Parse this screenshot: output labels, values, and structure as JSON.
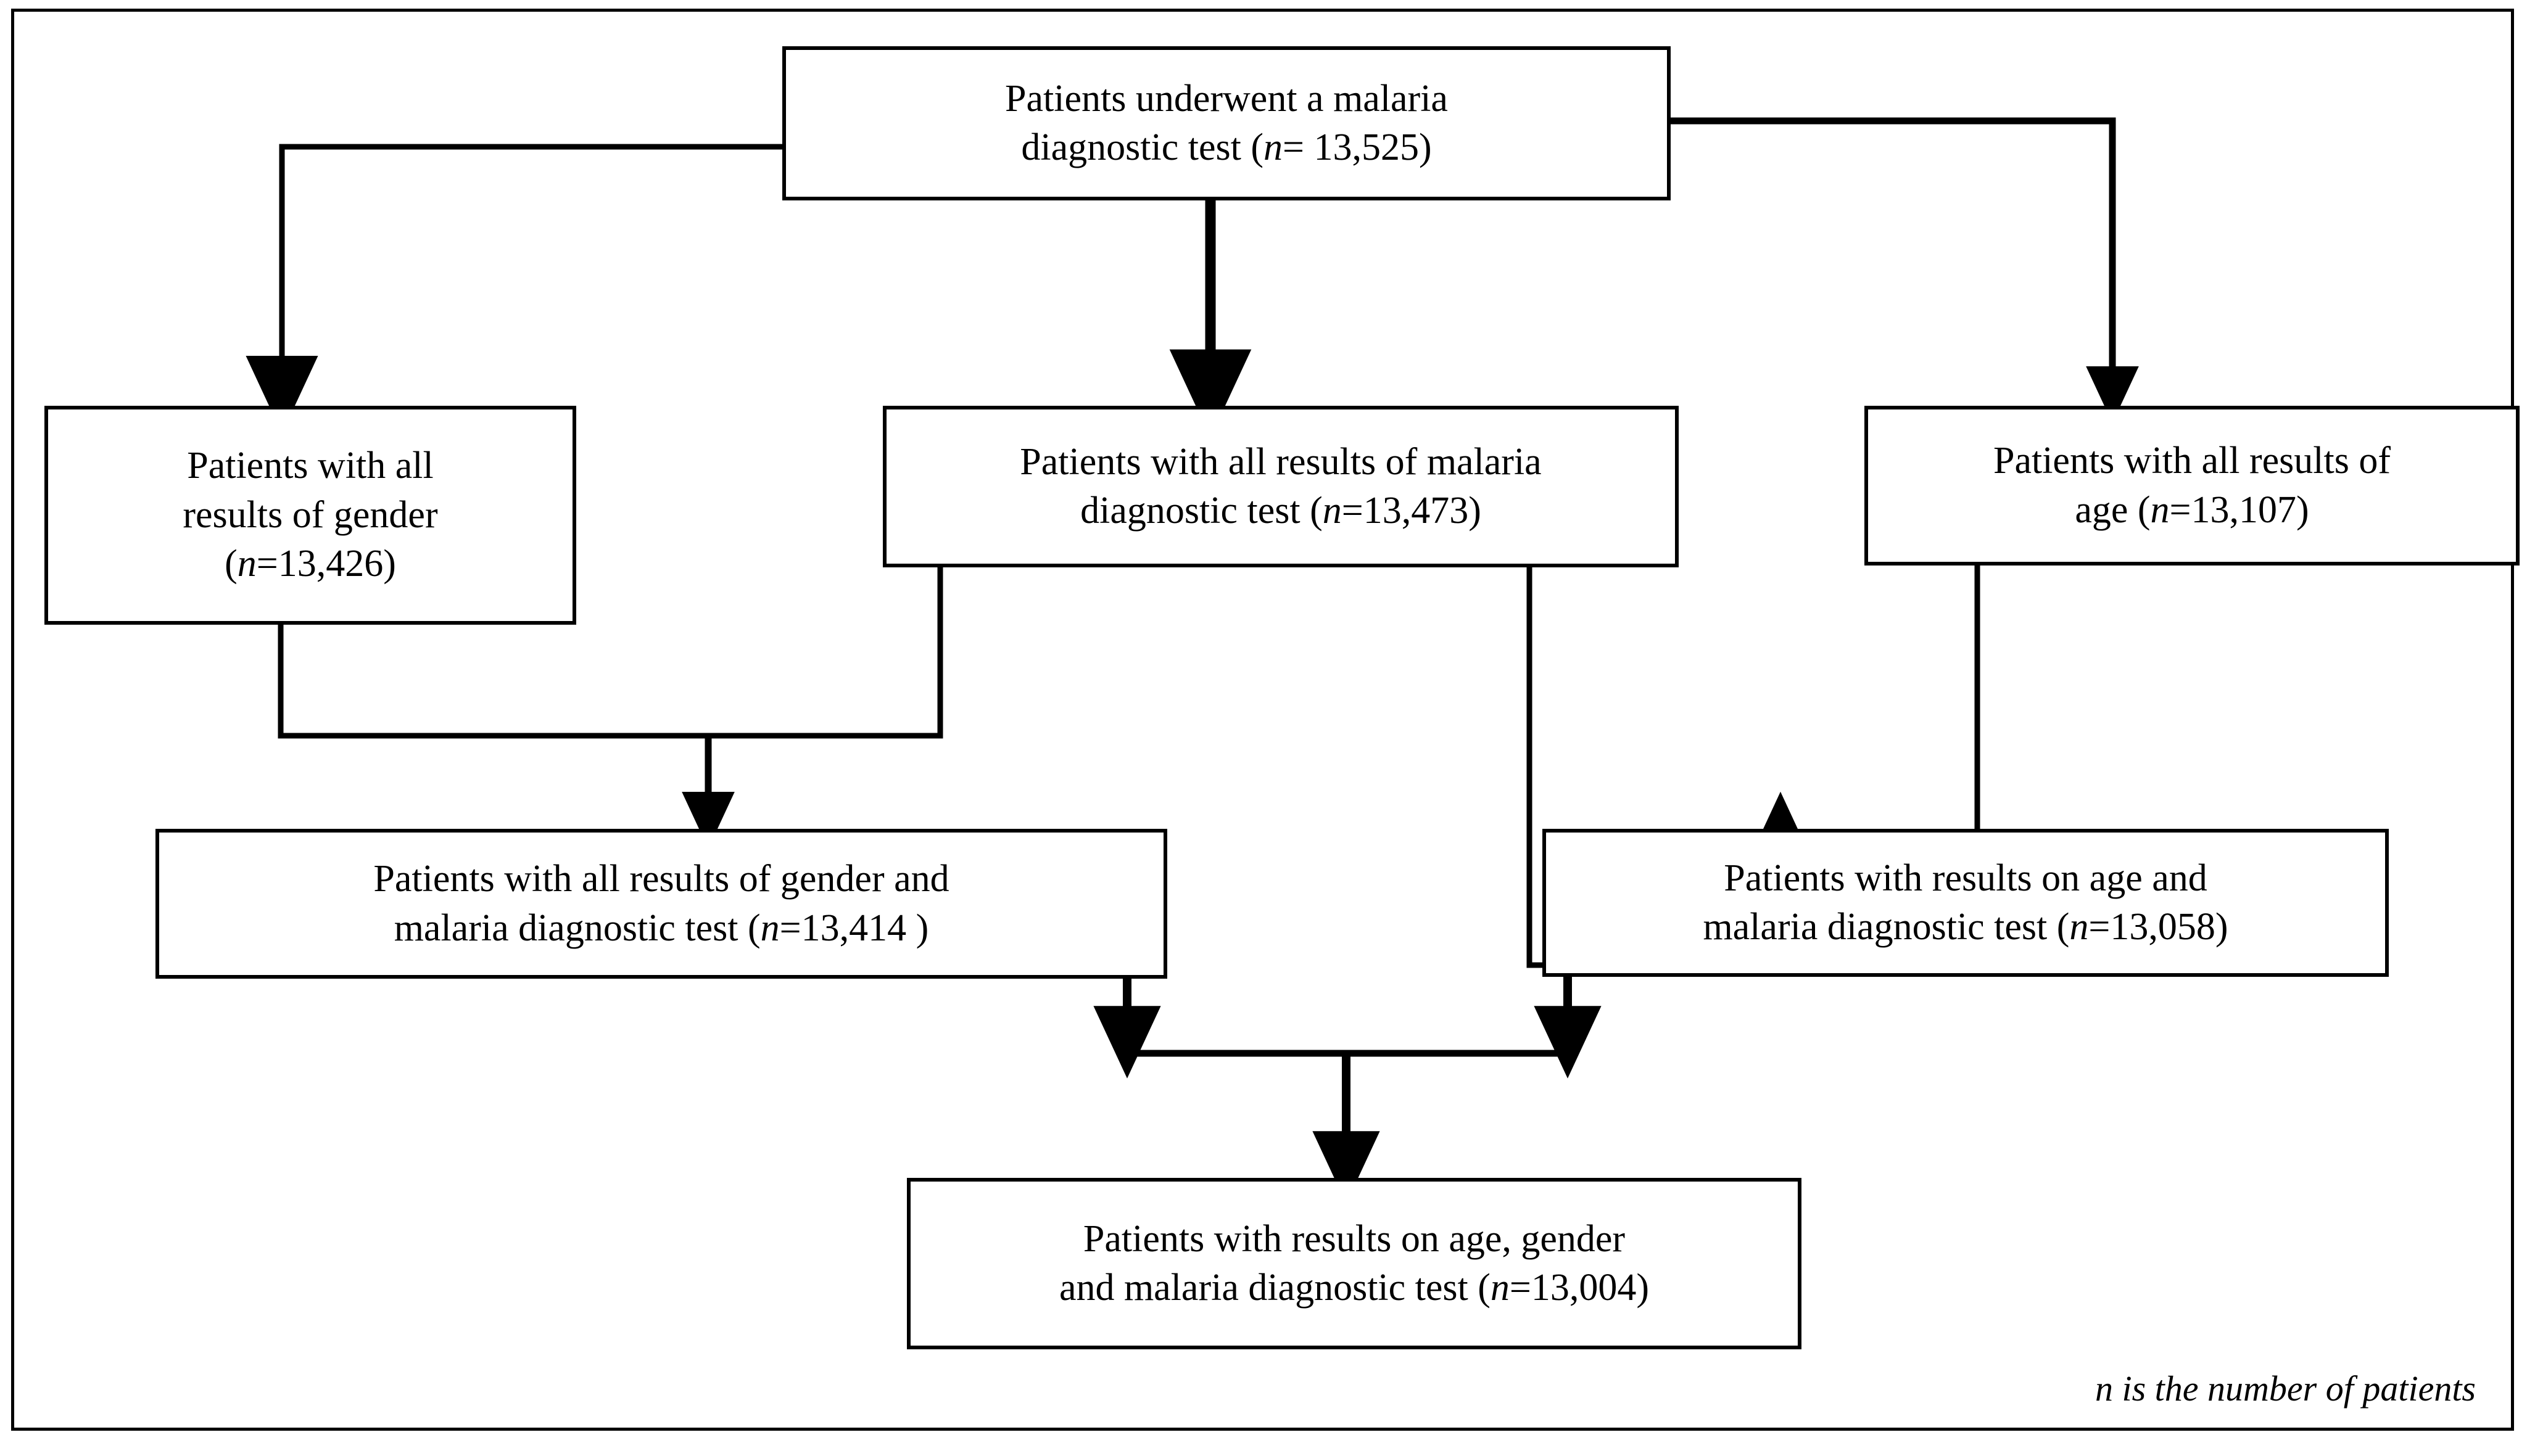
{
  "figure": {
    "type": "flowchart",
    "orientation": "top-down",
    "footnote": "n is the number of patients",
    "frame_color": "#000000",
    "box_fill": "#ffffff",
    "line_color": "#000000"
  },
  "nodes": {
    "source": {
      "id": "source",
      "label": "Patients underwent a malaria\ndiagnostic test (n= 13,525)",
      "text_plain": "Patients underwent a malaria diagnostic test (n= 13,525)",
      "n": 13525,
      "n_display": "13,525",
      "level": 1
    },
    "gender": {
      "id": "gender",
      "label": "Patients with all\nresults of gender\n(n=13,426)",
      "text_plain": "Patients with all results of gender (n=13,426)",
      "n": 13426,
      "n_display": "13,426",
      "level": 2
    },
    "malaria": {
      "id": "malaria",
      "label": "Patients with all results of malaria\ndiagnostic test (n=13,473)",
      "text_plain": "Patients with all results of malaria diagnostic test (n=13,473)",
      "n": 13473,
      "n_display": "13,473",
      "level": 2
    },
    "age": {
      "id": "age",
      "label": "Patients with all results of\nage (n=13,107)",
      "text_plain": "Patients with all results of age (n=13,107)",
      "n": 13107,
      "n_display": "13,107",
      "level": 2
    },
    "gender_malaria": {
      "id": "gender_malaria",
      "label": "Patients with all results of gender and\nmalaria diagnostic test (n=13,414 )",
      "text_plain": "Patients with all results of gender and malaria diagnostic test (n=13,414 )",
      "n": 13414,
      "n_display": "13,414",
      "level": 3
    },
    "age_malaria": {
      "id": "age_malaria",
      "label": "Patients with results on age and\nmalaria diagnostic test (n=13,058)",
      "text_plain": "Patients with results on age and malaria diagnostic test (n=13,058)",
      "n": 13058,
      "n_display": "13,058",
      "level": 3
    },
    "final": {
      "id": "final",
      "label": "Patients with results on age, gender\nand malaria diagnostic test (n=13,004)",
      "text_plain": "Patients with results on age, gender and malaria diagnostic test (n=13,004)",
      "n": 13004,
      "n_display": "13,004",
      "level": 4
    }
  },
  "edges": [
    {
      "from": "source",
      "to": "gender",
      "style": "elbow-left"
    },
    {
      "from": "source",
      "to": "malaria",
      "style": "straight"
    },
    {
      "from": "source",
      "to": "age",
      "style": "elbow-right"
    },
    {
      "from": "gender",
      "to": "gender_malaria",
      "style": "merge"
    },
    {
      "from": "malaria",
      "to": "gender_malaria",
      "style": "merge"
    },
    {
      "from": "malaria",
      "to": "age_malaria",
      "style": "merge"
    },
    {
      "from": "age",
      "to": "age_malaria",
      "style": "merge"
    },
    {
      "from": "gender_malaria",
      "to": "final",
      "style": "merge"
    },
    {
      "from": "age_malaria",
      "to": "final",
      "style": "merge"
    }
  ]
}
